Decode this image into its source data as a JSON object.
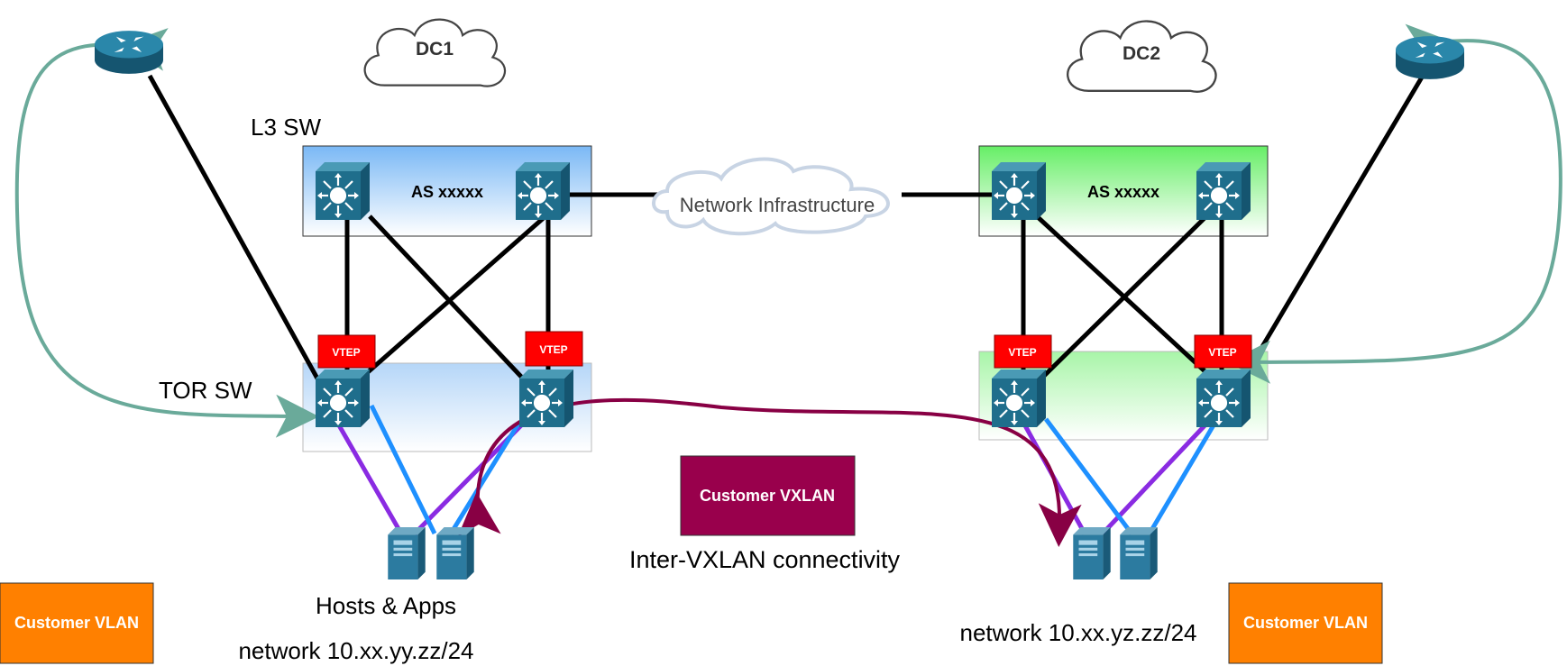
{
  "colors": {
    "dc1_gradient_top": "#7ab8f5",
    "dc1_gradient_bottom": "#ffffff",
    "dc2_gradient_top": "#66ee66",
    "dc2_gradient_bottom": "#ffffff",
    "switch": "#1f6e8c",
    "router": "#1f6e8c",
    "vtep": "#ff0000",
    "customer_vlan": "#ff8000",
    "customer_vxlan": "#99004c",
    "loop_line": "#6aaa9a",
    "purple_link": "#8a2be2",
    "blue_link": "#1e90ff",
    "vxlan_arc": "#880044"
  },
  "dc1": {
    "cloud_label": "DC1",
    "l3_label": "L3 SW",
    "tor_label": "TOR SW",
    "as_label": "AS xxxxx",
    "vtep_labels": [
      "VTEP",
      "VTEP"
    ],
    "hosts_label": "Hosts & Apps",
    "network_label": "network 10.xx.yy.zz/24"
  },
  "dc2": {
    "cloud_label": "DC2",
    "as_label": "AS xxxxx",
    "vtep_labels": [
      "VTEP",
      "VTEP"
    ],
    "network_label": "network 10.xx.yz.zz/24"
  },
  "center": {
    "network_infrastructure": "Network Infrastructure",
    "customer_vxlan": "Customer VXLAN",
    "inter_vxlan": "Inter-VXLAN connectivity"
  },
  "legend": {
    "customer_vlan_left": "Customer VLAN",
    "customer_vlan_right": "Customer VLAN"
  },
  "icons": [
    "router-icon",
    "l3-switch-icon",
    "tor-switch-icon",
    "server-icon",
    "cloud-icon"
  ]
}
